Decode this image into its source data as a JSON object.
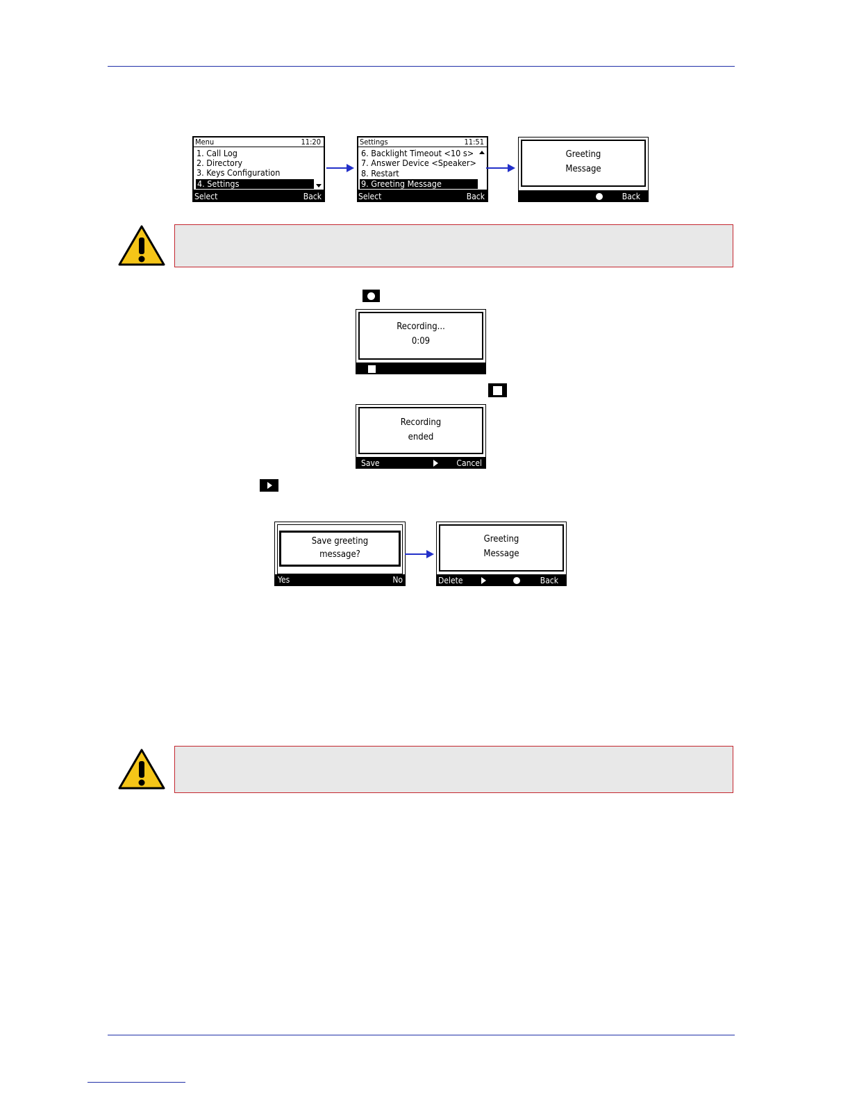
{
  "screens": {
    "menu": {
      "title": "Menu",
      "time": "11:20",
      "items": [
        "1. Call Log",
        "2. Directory",
        "3. Keys Configuration",
        "4. Settings"
      ],
      "softkeys": {
        "left": "Select",
        "right": "Back"
      }
    },
    "settings": {
      "title": "Settings",
      "time": "11:51",
      "items": [
        "6. Backlight Timeout <10 s>",
        "7. Answer Device <Speaker>",
        "8. Restart",
        "9. Greeting Message"
      ],
      "softkeys": {
        "left": "Select",
        "right": "Back"
      }
    },
    "greeting1": {
      "line1": "Greeting",
      "line2": "Message",
      "softkeys": {
        "right": "Back"
      }
    },
    "recording": {
      "line1": "Recording...",
      "line2": "0:09"
    },
    "recording_ended": {
      "line1": "Recording",
      "line2": "ended",
      "softkeys": {
        "left": "Save",
        "right": "Cancel"
      }
    },
    "save_prompt": {
      "line1": "Save greeting",
      "line2": "message?",
      "softkeys": {
        "left": "Yes",
        "right": "No"
      }
    },
    "greeting2": {
      "line1": "Greeting",
      "line2": "Message",
      "softkeys": {
        "left": "Delete",
        "right": "Back"
      }
    }
  },
  "icons": {
    "record": "record-icon",
    "stop": "stop-icon",
    "play": "play-icon",
    "warning": "warning-icon"
  },
  "colors": {
    "rule": "#1f2fa8",
    "arrow": "#2330c9",
    "note_border": "#c4262e",
    "note_fill": "#e8e8e8",
    "warning_yellow": "#f5c518"
  }
}
